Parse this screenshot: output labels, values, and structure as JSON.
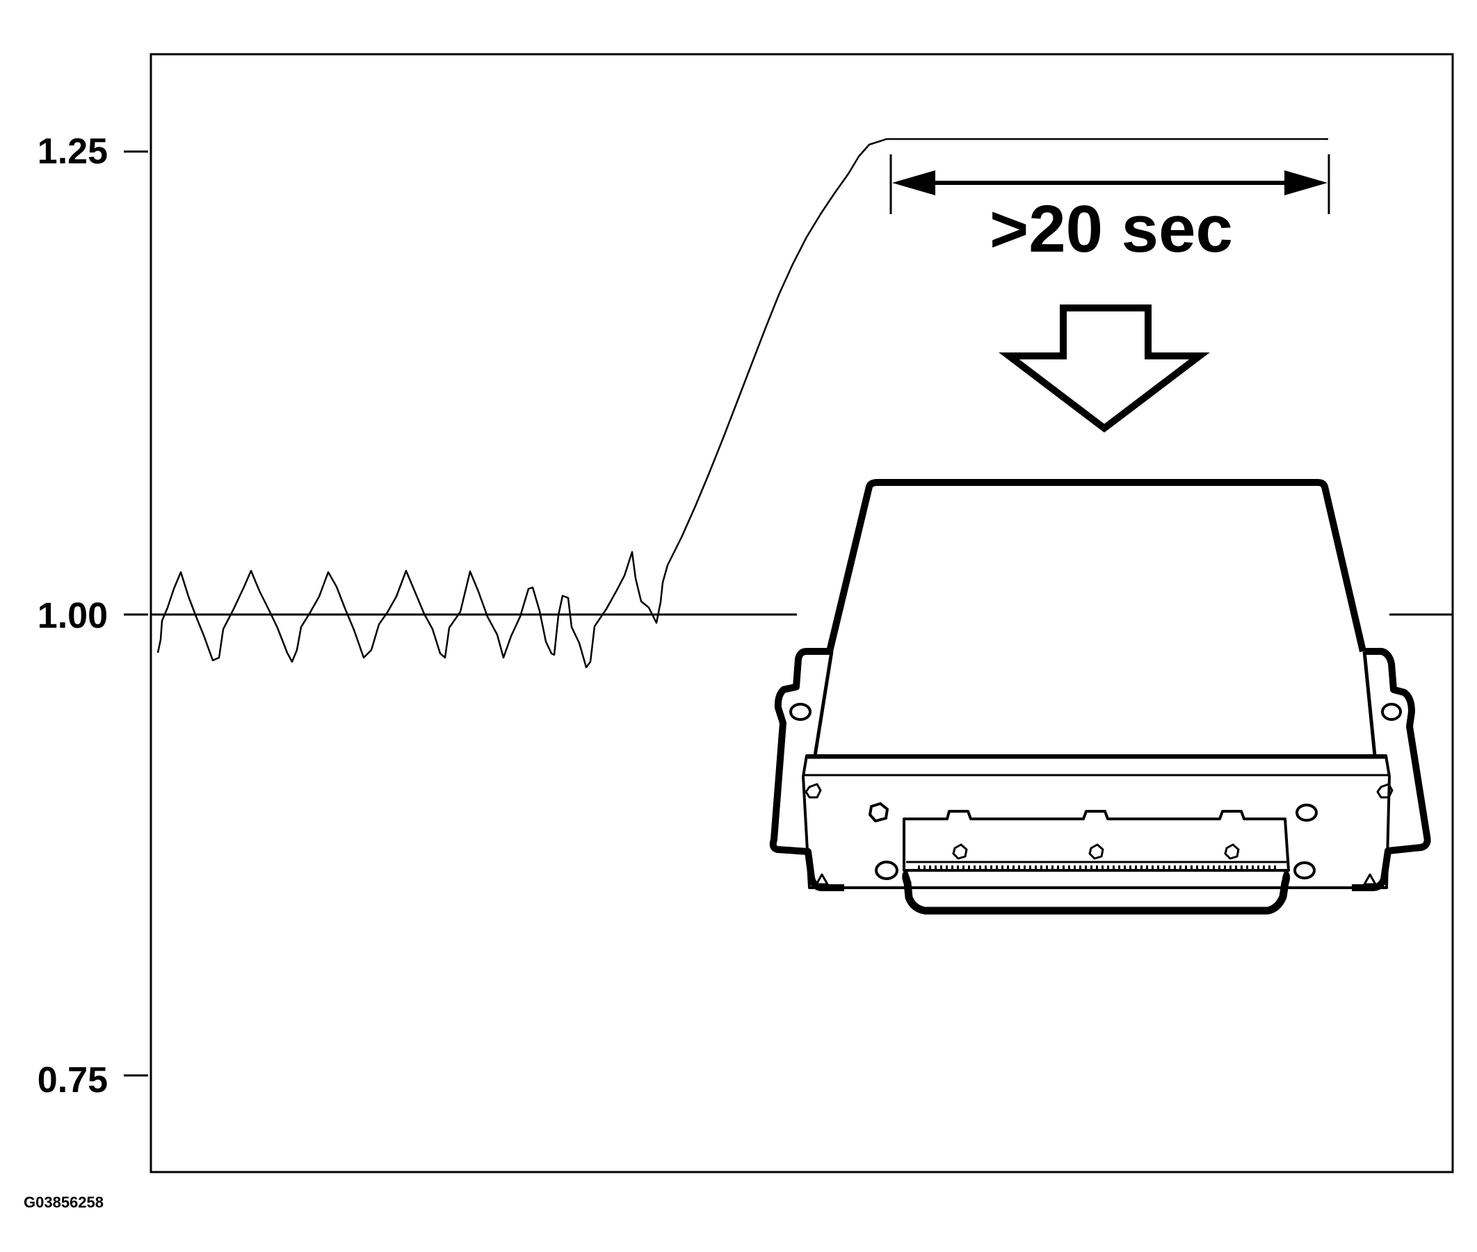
{
  "figure": {
    "y_axis": {
      "ticks": [
        {
          "value": 1.25,
          "label": "1.25"
        },
        {
          "value": 1.0,
          "label": "1.00"
        },
        {
          "value": 0.75,
          "label": "0.75"
        }
      ],
      "ylim": [
        0.7,
        1.305
      ]
    },
    "duration_label": ">20 sec",
    "figure_id": "G03856258",
    "ecu_icon": "engine-control-module-icon",
    "arrow_icon": "down-arrow-icon"
  }
}
